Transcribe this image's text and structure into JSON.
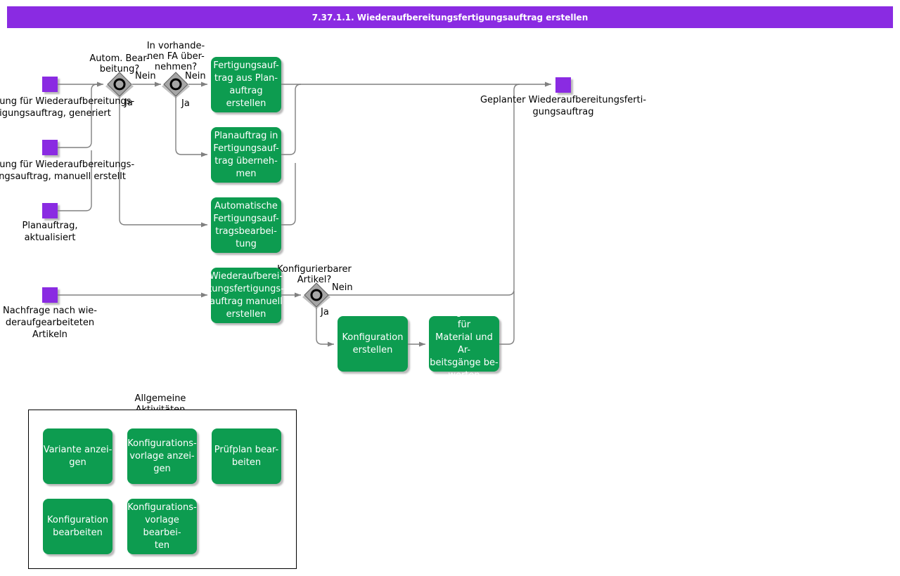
{
  "title": "7.37.1.1. Wiederaufbereitungsfertigungsauftrag erstellen",
  "colors": {
    "purple": "#8A2BE2",
    "green": "#0D9C50",
    "line": "#808080",
    "diamond": "#A6A6A6",
    "diamondborder": "#5E5E5E"
  },
  "events": {
    "generated": "Anforderung für Wiederaufbereitungs-\nfertigungsauftrag, generiert",
    "manual": "Anforderung für Wiederaufbereitungs-\nfertigungsauftrag, manuell erstellt",
    "plan": "Planauftrag,\naktualisiert",
    "demand": "Nachfrage nach wie-\nderaufgearbeiteten\nArtikeln",
    "end": "Geplanter Wiederaufbereitungsferti-\ngungsauftrag"
  },
  "decisions": {
    "autom": {
      "question": "Autom. Bear-\nbeitung?",
      "no": "Nein",
      "yes": "Ja"
    },
    "uebernehmen": {
      "question": "In vorhande-\nnen FA über-\nnehmen?",
      "no": "Nein",
      "yes": "Ja"
    },
    "konfig": {
      "question": "Konfigurierbarer\nArtikel?",
      "no": "Nein",
      "yes": "Ja"
    }
  },
  "activities": {
    "fa_aus_plan": "Fertigungsauf-\ntrag aus Plan-\nauftrag erstellen",
    "plan_uebernehmen": "Planauftrag in\nFertigungsauf-\ntrag überneh-\nmen",
    "auto_bearbeitung": "Automatische\nFertigungsauf-\ntragsbearbei-\ntung",
    "manuell_erstellen": "Wiederaufberei-\ntungsfertigungs-\nauftrag manuell\nerstellen",
    "konfig_erstellen": "Konfiguration\nerstellen",
    "konfig_bewerten": "Konfiguration für\nMaterial und Ar-\nbeitsgänge be-\nwerten"
  },
  "group": {
    "title": "Allgemeine\nAktivitäten",
    "items": [
      "Variante anzei-\ngen",
      "Konfigurations-\nvorlage anzei-\ngen",
      "Prüfplan bear-\nbeiten",
      "Konfiguration\nbearbeiten",
      "Konfigurations-\nvorlage bearbei-\nten"
    ]
  }
}
